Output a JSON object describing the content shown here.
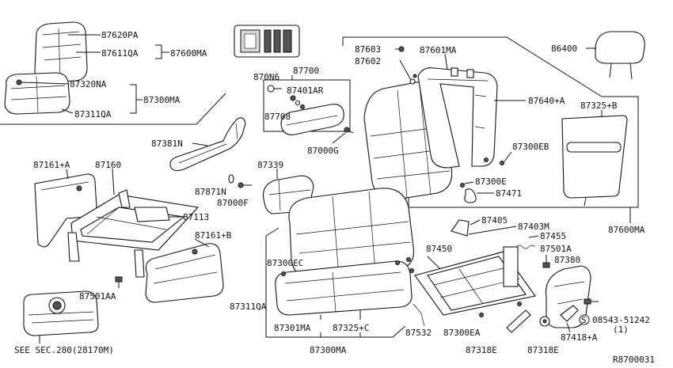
{
  "labels": {
    "l87620PA": "87620PA",
    "l87611QA": "87611QA",
    "l87600MA_top": "87600MA",
    "l87320NA": "87320NA",
    "l87300MA_top": "87300MA",
    "l87311QA_top": "87311QA",
    "l87700": "87700",
    "l870N6": "870N6",
    "l87401AR": "87401AR",
    "l87708": "87708",
    "l87000G": "87000G",
    "l87381N": "87381N",
    "l87601MA": "87601MA",
    "l87603": "87603",
    "l87602": "87602",
    "l87640A": "87640+A",
    "l86400": "86400",
    "l87325B": "87325+B",
    "l87300EB": "87300EB",
    "l87300E": "87300E",
    "l87471": "87471",
    "l87600MA_right": "87600MA",
    "l87161A": "87161+A",
    "l87160": "87160",
    "l87113": "87113",
    "l87161B": "87161+B",
    "l87501AA": "87501AA",
    "l87339": "87339",
    "l87871N": "87871N",
    "l87000F": "87000F",
    "l87300EC": "87300EC",
    "l87311QA_mid": "87311QA",
    "l87301MA": "87301MA",
    "l87325C": "87325+C",
    "l87300MA_bottom": "87300MA",
    "l87405": "87405",
    "l87403M": "87403M",
    "l87455": "87455",
    "l87450": "87450",
    "l87501A": "87501A",
    "l87380": "87380",
    "l87532": "87532",
    "l87300EA": "87300EA",
    "l87318E_1": "87318E",
    "l87318E_2": "87318E",
    "l87418A": "87418+A",
    "l08543": "08543-51242",
    "l08543_qty": "(1)",
    "l08543_sym": "S",
    "seeSec": "SEE SEC.280(28170M)",
    "ref": "R8700031"
  }
}
